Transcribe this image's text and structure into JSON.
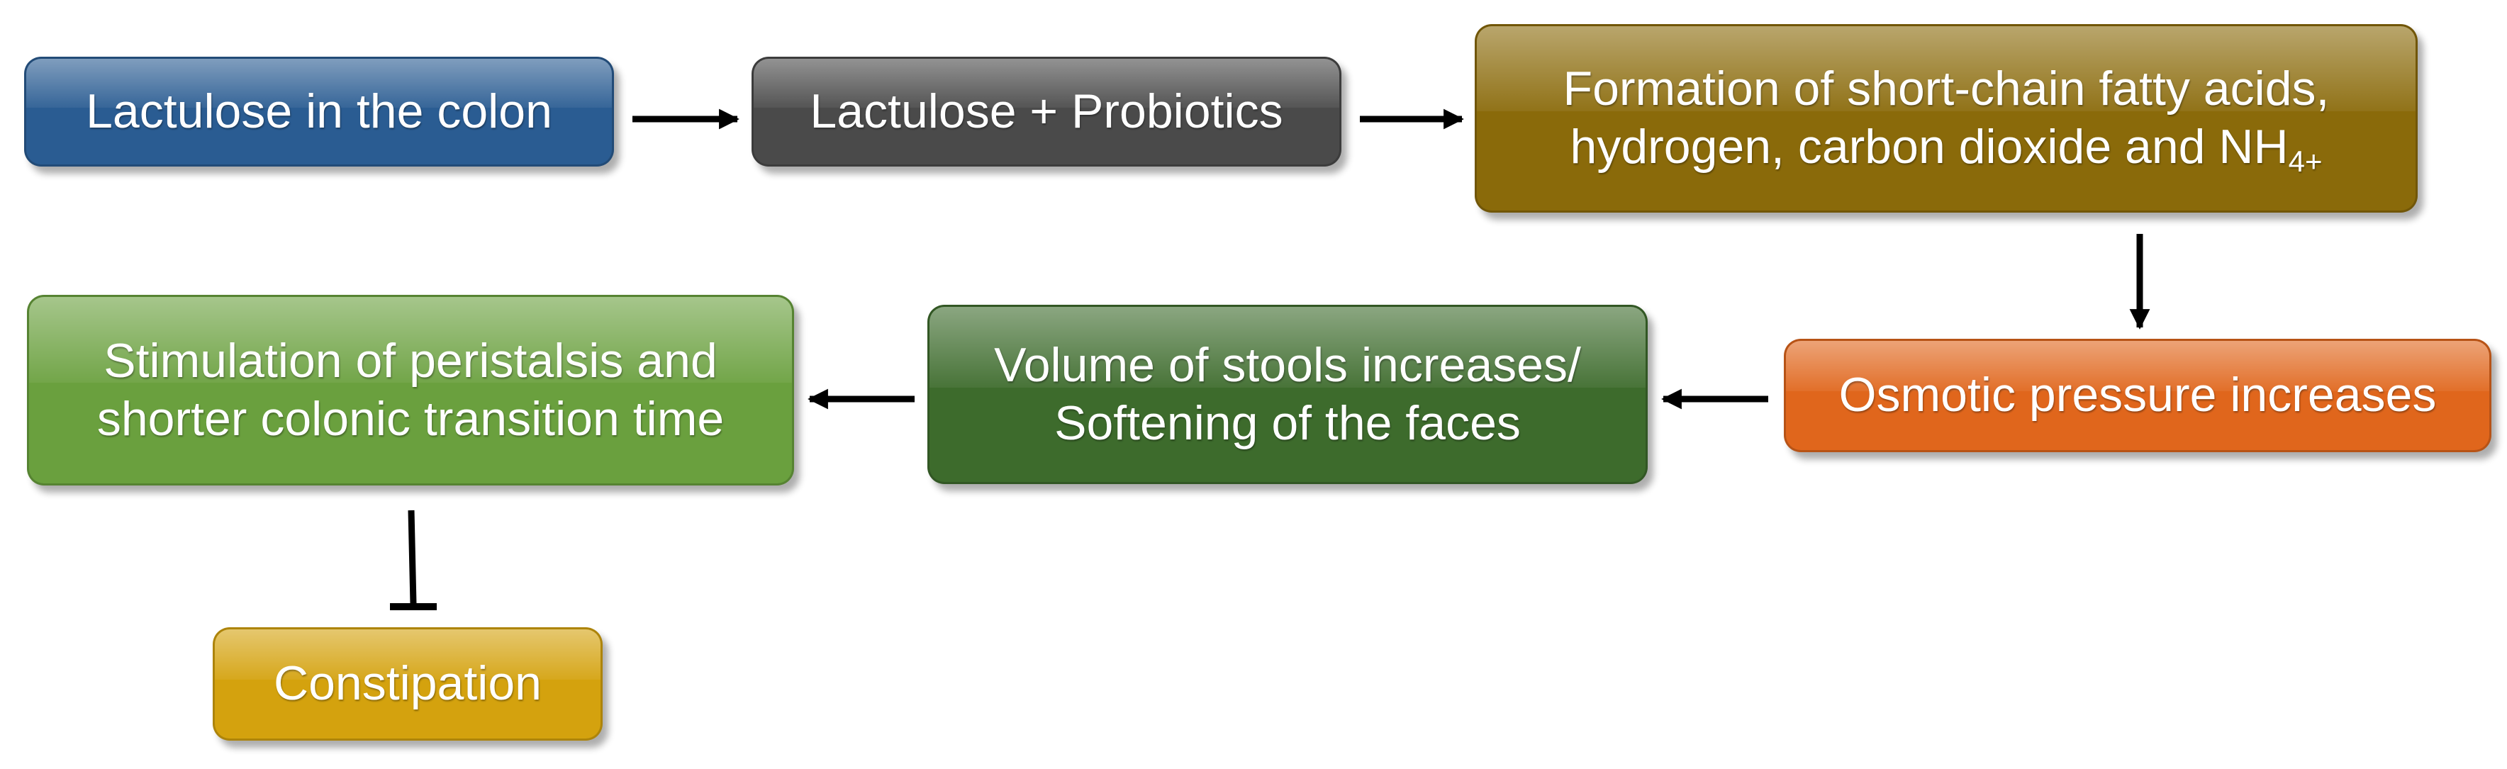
{
  "nodes": {
    "lactulose": "Lactulose in the colon",
    "probiotics": "Lactulose + Probiotics",
    "formation": {
      "line1": "Formation of short-chain  fatty acids,",
      "line2": "hydrogen, carbon dioxide and NH",
      "line2_sub": "4+"
    },
    "osmotic": "Osmotic pressure increases",
    "volume": {
      "line1": "Volume of stools increases/",
      "line2": "Softening of the faces"
    },
    "stimulation": {
      "line1": "Stimulation of peristalsis and",
      "line2": "shorter colonic transition time"
    },
    "constipation": "Constipation"
  },
  "colors": {
    "lactulose": "#2a5c92",
    "probiotics": "#4a4a4a",
    "formation": "#8a6a0a",
    "osmotic": "#e0661c",
    "volume": "#3d6b2c",
    "stimulation": "#6aa03e",
    "constipation": "#d4a20e",
    "arrow": "#000000"
  },
  "edges": [
    {
      "from": "lactulose",
      "to": "probiotics",
      "kind": "activates"
    },
    {
      "from": "probiotics",
      "to": "formation",
      "kind": "activates"
    },
    {
      "from": "formation",
      "to": "osmotic",
      "kind": "activates"
    },
    {
      "from": "osmotic",
      "to": "volume",
      "kind": "activates"
    },
    {
      "from": "volume",
      "to": "stimulation",
      "kind": "activates"
    },
    {
      "from": "stimulation",
      "to": "constipation",
      "kind": "inhibits"
    }
  ]
}
